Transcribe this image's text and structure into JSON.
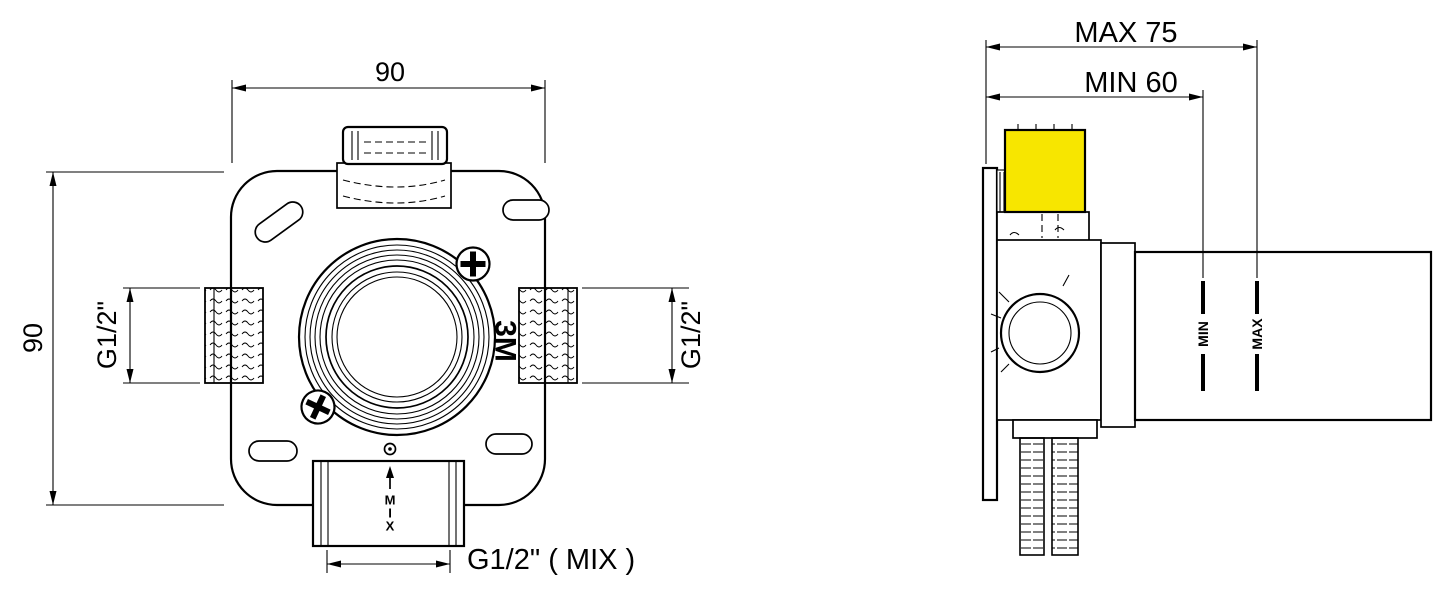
{
  "drawing": {
    "front_view": {
      "width_dim": "90",
      "height_dim": "90",
      "left_port_label": "G1/2\"",
      "right_port_label": "G1/2\"",
      "body_marking": "3M",
      "mix_letters": [
        "M",
        "I",
        "X"
      ],
      "bottom_port_label": "G1/2\" ( MIX )"
    },
    "side_view": {
      "max_depth_label": "MAX 75",
      "min_depth_label": "MIN 60",
      "min_marker_label": "MIN",
      "max_marker_label": "MAX"
    },
    "colors": {
      "line": "#000000",
      "highlight_fill": "#f7e600",
      "background": "#ffffff"
    }
  }
}
